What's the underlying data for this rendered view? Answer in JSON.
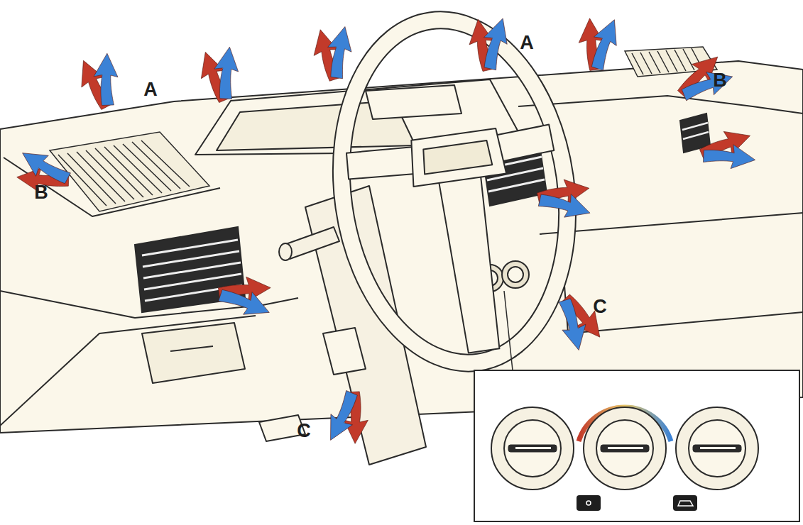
{
  "diagram": {
    "labels": [
      "A",
      "B",
      "A",
      "B",
      "C",
      "C"
    ]
  }
}
